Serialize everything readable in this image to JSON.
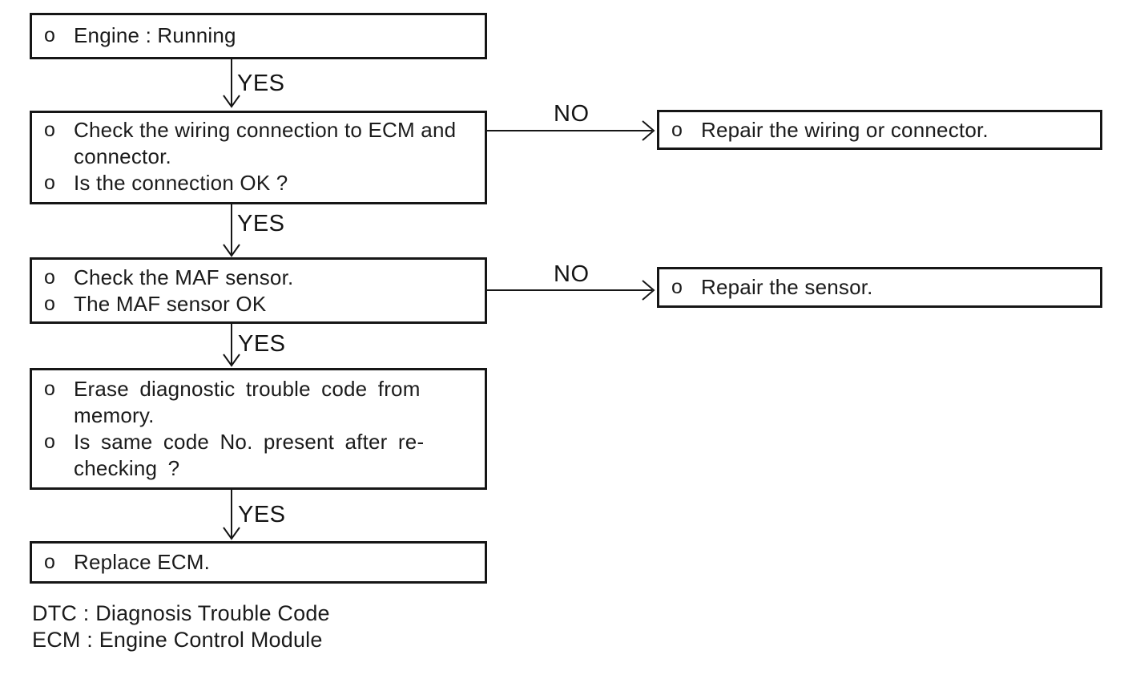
{
  "bullet": "o",
  "labels": {
    "yes": "YES",
    "no": "NO"
  },
  "boxes": {
    "engine_running": {
      "items": [
        "Engine : Running"
      ]
    },
    "check_wiring": {
      "items": [
        "Check the wiring connection to ECM and\nconnector.",
        "Is the connection OK ?"
      ]
    },
    "repair_wiring": {
      "items": [
        "Repair the wiring or connector."
      ]
    },
    "check_maf": {
      "items": [
        "Check the MAF sensor.",
        "The MAF sensor OK"
      ]
    },
    "repair_sensor": {
      "items": [
        "Repair the sensor."
      ]
    },
    "erase_code": {
      "items": [
        "Erase diagnostic trouble code from\nmemory.",
        "Is same code No. present after re-\nchecking ?"
      ]
    },
    "replace_ecm": {
      "items": [
        "Replace ECM."
      ]
    }
  },
  "legend": {
    "lines": [
      "DTC : Diagnosis Trouble Code",
      "ECM : Engine Control Module"
    ]
  },
  "colors": {
    "ink": "#161616",
    "background": "#ffffff"
  }
}
